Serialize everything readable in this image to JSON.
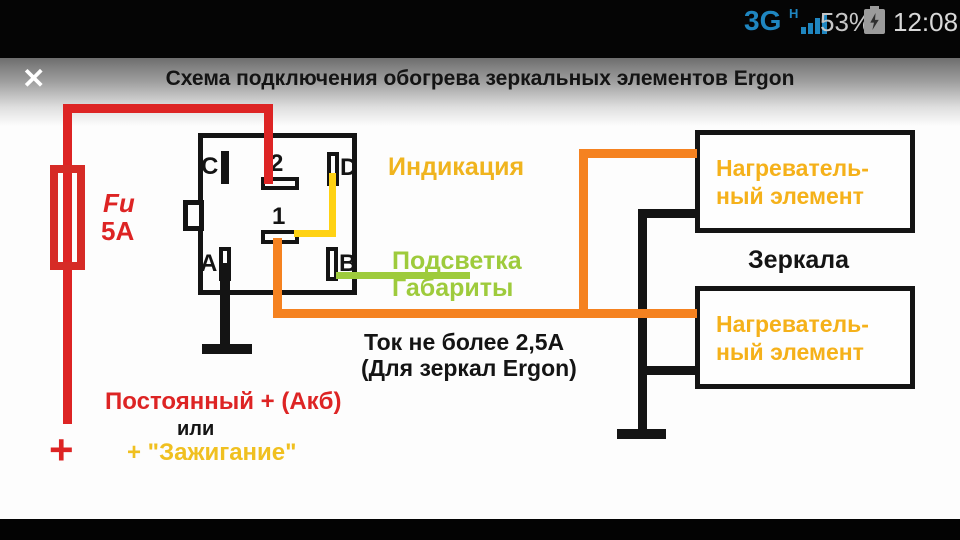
{
  "status_bar": {
    "network": "3G",
    "speed_indicator": "H",
    "battery_percent": "53%",
    "time": "12:08",
    "signal_color": "#1f86c0"
  },
  "header": {
    "close_label": "✕",
    "title": "Схема подключения обогрева зеркальных элементов Ergon"
  },
  "fuse": {
    "name": "Fu",
    "rating": "5A"
  },
  "connector": {
    "pin_c": "C",
    "pin_2": "2",
    "pin_d": "D",
    "pin_1": "1",
    "pin_a": "A",
    "pin_b": "B"
  },
  "labels": {
    "indication": "Индикация",
    "backlight": "Подсветка",
    "marker_lights": "Габариты",
    "current_note_1": "Ток не более 2,5А",
    "current_note_2": "(Для зеркал Ergon)",
    "mirrors": "Зеркала",
    "heater_line_1": "Нагреватель-",
    "heater_line_2": "ный элемент",
    "power_constant": "Постоянный +  (Акб)",
    "or": "или",
    "power_ignition": "+ \"Зажигание\"",
    "plus_sign": "+"
  },
  "colors": {
    "wire_red": "#dd2424",
    "wire_orange": "#f58220",
    "wire_yellow": "#ffd213",
    "wire_green": "#9ecb3c",
    "wire_black": "#141414",
    "heater_text_gold": "#f5b11a",
    "signal_blue": "#1f86c0"
  }
}
